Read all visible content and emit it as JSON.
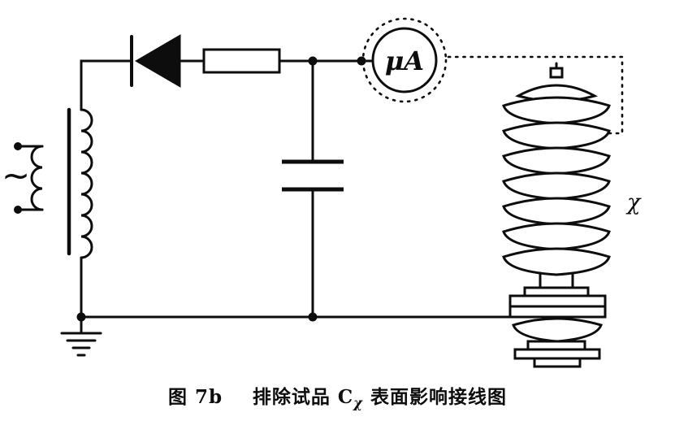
{
  "caption": {
    "figure_label": "图 7b",
    "title_before_sub": "排除试品 C",
    "subscript": "χ",
    "title_after_sub": " 表面影响接线图"
  },
  "labels": {
    "meter": "μA",
    "specimen": "χ",
    "ac_source": "~"
  },
  "components": {
    "meter_type": "microammeter",
    "specimen_type": "arrester-test-specimen"
  },
  "colors": {
    "ink": "#0d0d0d",
    "paper": "#ffffff"
  }
}
